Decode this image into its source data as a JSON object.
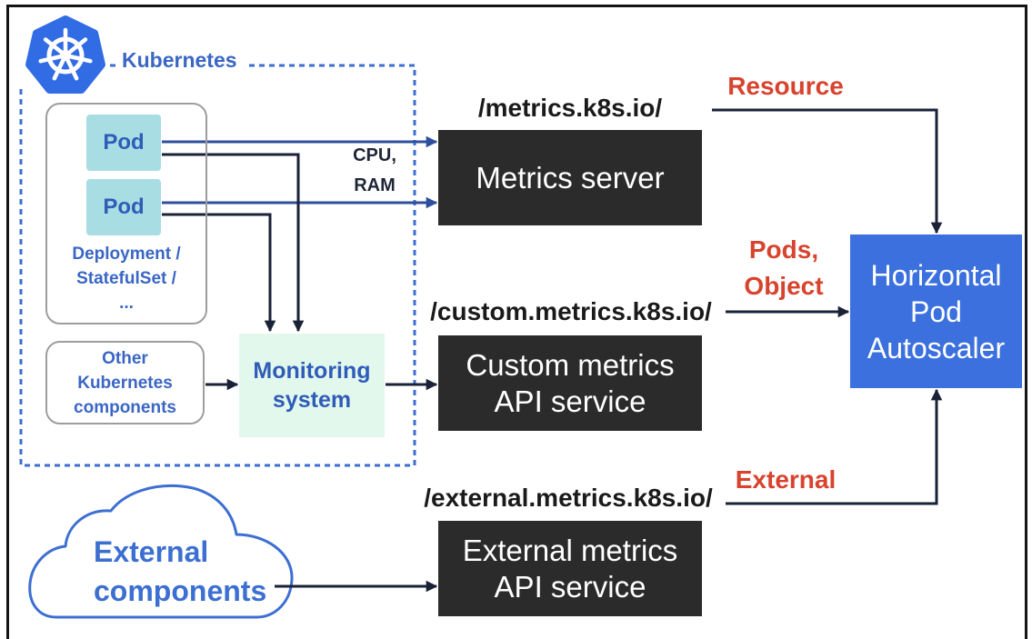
{
  "colors": {
    "kubernetes_blue": "#326ce5",
    "label_blue": "#3a66c4",
    "cluster_boundary_dashed": "#3c6fd1",
    "pod_fill": "#a8dde3",
    "monitoring_fill": "#e3f8ec",
    "service_box": "#2b2b2b",
    "hpa_box": "#3b70de",
    "metric_type_red": "#d8432e",
    "arrow_dark": "#1a2238",
    "arrow_blue": "#2e4f9c"
  },
  "kubernetes_cluster": {
    "logo_icon": "kubernetes-helm-wheel-icon",
    "label": "Kubernetes",
    "workloads": {
      "pods": [
        "Pod",
        "Pod"
      ],
      "caption": [
        "Deployment /",
        "StatefulSet /",
        "..."
      ]
    },
    "other_components": [
      "Other",
      "Kubernetes",
      "components"
    ],
    "monitoring_system": [
      "Monitoring",
      "system"
    ]
  },
  "pod_metrics_label": [
    "CPU,",
    "RAM"
  ],
  "metrics_apis": {
    "resource": {
      "endpoint": "/metrics.k8s.io/",
      "service": [
        "Metrics server"
      ],
      "metric_type": [
        "Resource"
      ]
    },
    "custom": {
      "endpoint": "/custom.metrics.k8s.io/",
      "service": [
        "Custom metrics",
        "API service"
      ],
      "metric_type": [
        "Pods,",
        "Object"
      ]
    },
    "external": {
      "endpoint": "/external.metrics.k8s.io/",
      "service": [
        "External metrics",
        "API service"
      ],
      "metric_type": [
        "External"
      ]
    }
  },
  "autoscaler": [
    "Horizontal",
    "Pod",
    "Autoscaler"
  ],
  "external_components": [
    "External",
    "components"
  ]
}
